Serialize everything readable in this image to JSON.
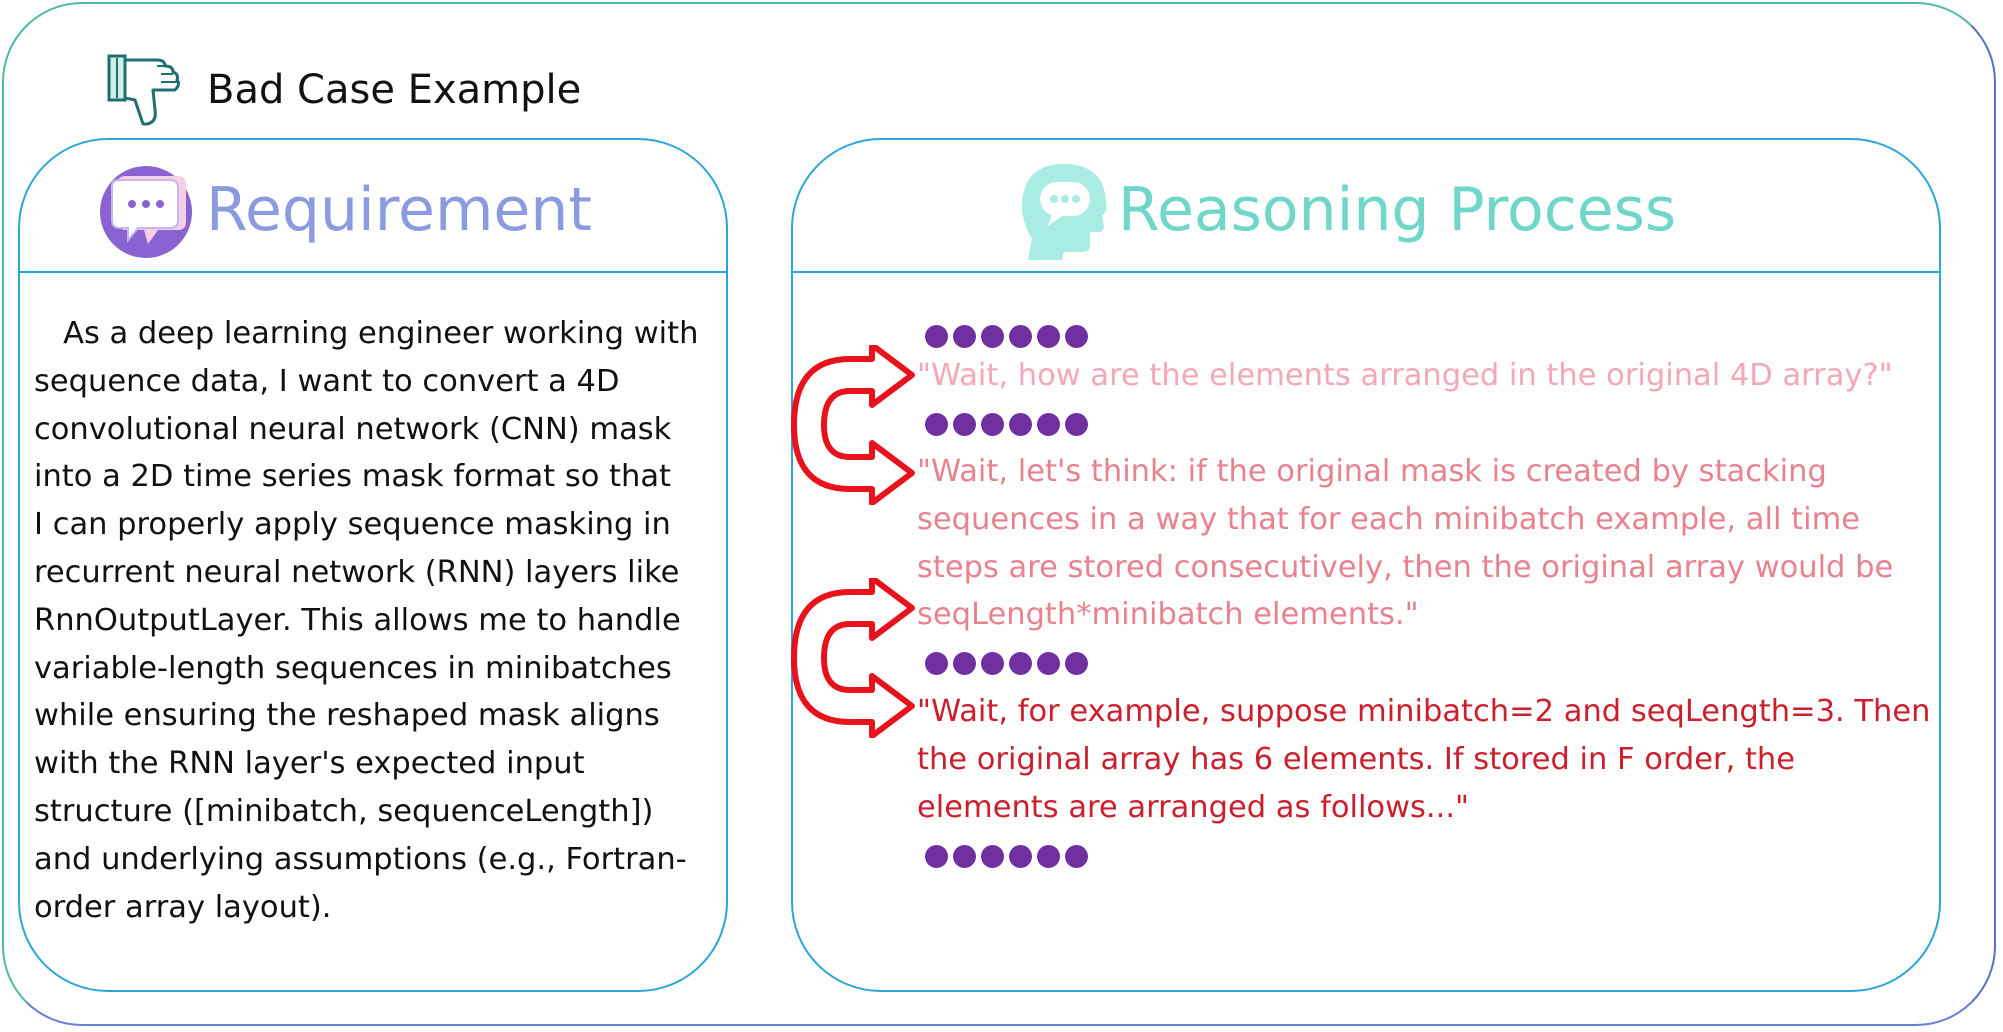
{
  "header": {
    "title": "Bad Case Example",
    "icon": "thumbs-down-icon"
  },
  "left_panel": {
    "title": "Requirement",
    "icon": "chat-bubble-icon",
    "text": "   As a deep learning engineer working with\nsequence data, I want to convert a 4D\nconvolutional neural network (CNN) mask\ninto a 2D time series mask format so that\nI can properly apply sequence masking in\nrecurrent neural network (RNN) layers like\nRnnOutputLayer. This allows me to handle\nvariable-length sequences in minibatches\nwhile ensuring the reshaped mask aligns\nwith the RNN layer's expected input\nstructure ([minibatch, sequenceLength])\nand underlying assumptions (e.g., Fortran-\norder array layout)."
  },
  "right_panel": {
    "title": "Reasoning Process",
    "icon": "head-thinking-icon",
    "quotes": [
      {
        "text": "\"Wait, how are the elements arranged in the original 4D array?\"",
        "color": "#f4a7b6"
      },
      {
        "text": "\"Wait, let's think: if the original mask is created by stacking\nsequences in a way that for each minibatch example, all time\nsteps are stored consecutively, then the original array would be\nseqLength*minibatch elements.\"",
        "color": "#e8828f"
      },
      {
        "text": "\"Wait, for example, suppose minibatch=2 and seqLength=3. Then\nthe original array has 6 elements. If stored in F order, the\nelements are arranged as follows...\"",
        "color": "#cc1f2d"
      }
    ],
    "ellipsis_dots": 6,
    "dot_color": "#7030a0",
    "arrow_color": "#e8121c"
  }
}
